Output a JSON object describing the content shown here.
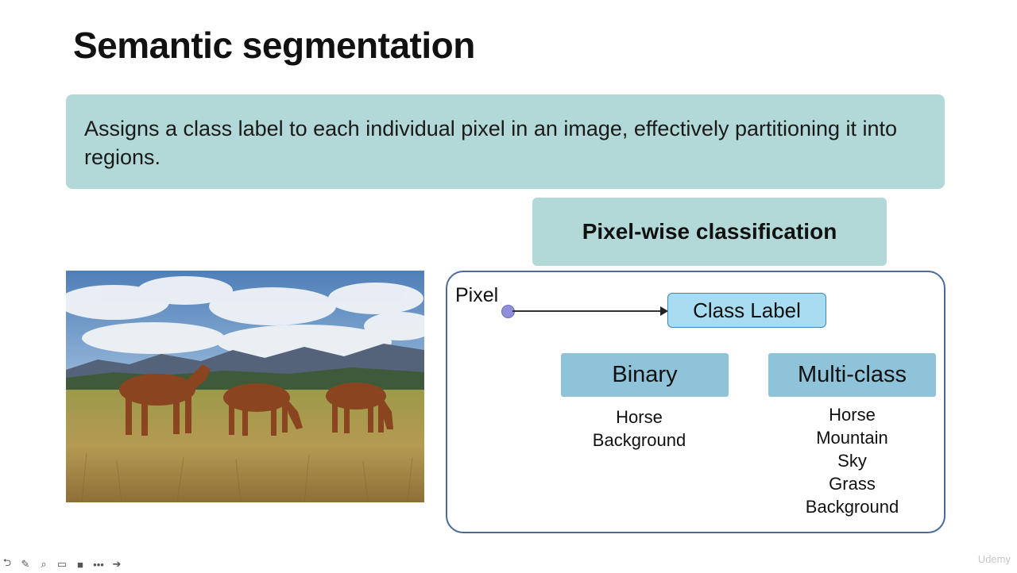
{
  "slide": {
    "title": "Semantic segmentation",
    "definition": "Assigns a class label to each individual pixel in an image, effectively partitioning it into regions.",
    "header": "Pixel-wise classification"
  },
  "diagram": {
    "pixel_label": "Pixel",
    "class_label": "Class Label",
    "binary": {
      "title": "Binary",
      "items": [
        "Horse",
        "Background"
      ]
    },
    "multiclass": {
      "title": "Multi-class",
      "items": [
        "Horse",
        "Mountain",
        "Sky",
        "Grass",
        "Background"
      ]
    }
  },
  "photo": {
    "description_icon": "horses-grazing-photo"
  },
  "player_controls": [
    {
      "name": "back-icon",
      "glyph": "⮌"
    },
    {
      "name": "pen-icon",
      "glyph": "✎"
    },
    {
      "name": "zoom-icon",
      "glyph": "⌕"
    },
    {
      "name": "captions-icon",
      "glyph": "▭"
    },
    {
      "name": "video-icon",
      "glyph": "■"
    },
    {
      "name": "more-icon",
      "glyph": "•••"
    },
    {
      "name": "forward-icon",
      "glyph": "➔"
    }
  ],
  "watermark": "Udemy",
  "colors": {
    "teal_box": "#b2d8d8",
    "class_label_fill": "#a8dcf0",
    "category_fill": "#8fc3d9",
    "diagram_border": "#4a6a9a",
    "pixel_dot": "#8f8fdc"
  }
}
